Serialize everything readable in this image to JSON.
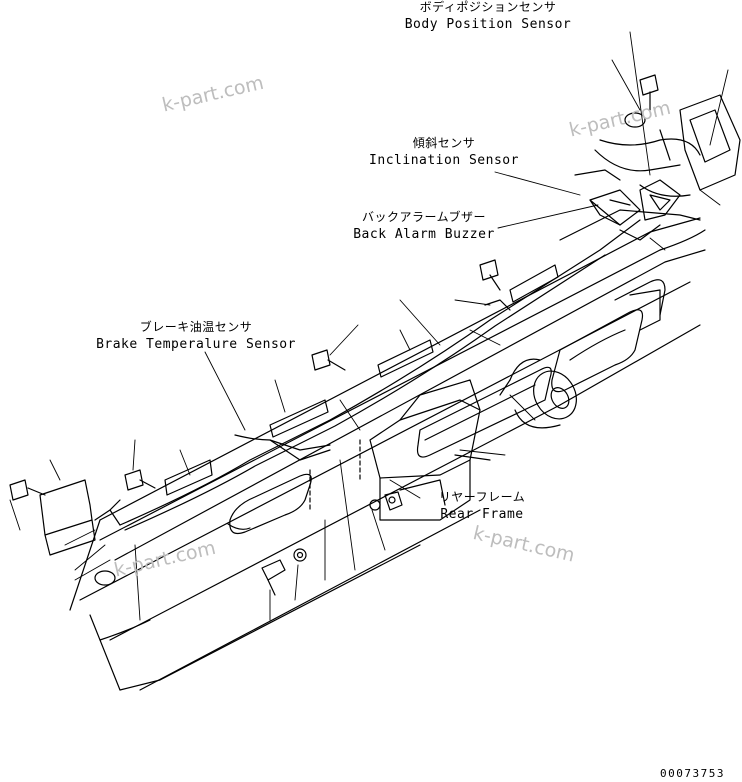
{
  "labels": {
    "body_position_sensor": {
      "jp": "ボディポジションセンサ",
      "en": "Body Position Sensor"
    },
    "inclination_sensor": {
      "jp": "傾斜センサ",
      "en": "Inclination Sensor"
    },
    "back_alarm_buzzer": {
      "jp": "バックアラームブザー",
      "en": "Back Alarm Buzzer"
    },
    "brake_temperature_sensor": {
      "jp": "ブレーキ油温センサ",
      "en": "Brake Temperalure Sensor"
    },
    "rear_frame": {
      "jp": "リヤーフレーム",
      "en": "Rear Frame"
    }
  },
  "watermark": "k-part.com",
  "part_number": "00073753"
}
